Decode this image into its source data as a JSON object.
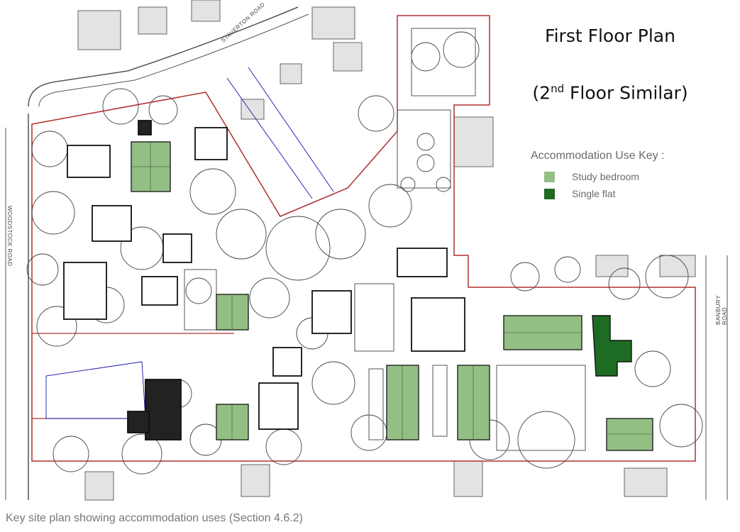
{
  "title_line1": "First Floor Plan",
  "title_line2_pre": "(2",
  "title_line2_sup": "nd",
  "title_line2_post": " Floor Similar)",
  "legend": {
    "title": "Accommodation Use Key :",
    "items": [
      {
        "label": "Study bedroom",
        "color": "#93bf84"
      },
      {
        "label": "Single flat",
        "color": "#1e6b24"
      }
    ]
  },
  "roads": {
    "staverton": "STAVERTON ROAD",
    "woodstock": "WOODSTOCK ROAD",
    "banbury": "BANBURY ROAD"
  },
  "caption": "Key site plan showing accommodation uses (Section 4.6.2)",
  "colors": {
    "boundary": "#b03030",
    "linework": "#333333",
    "study_bedroom": "#93bf84",
    "single_flat": "#1e6b24",
    "blue_lines": "#2b2bb0"
  }
}
